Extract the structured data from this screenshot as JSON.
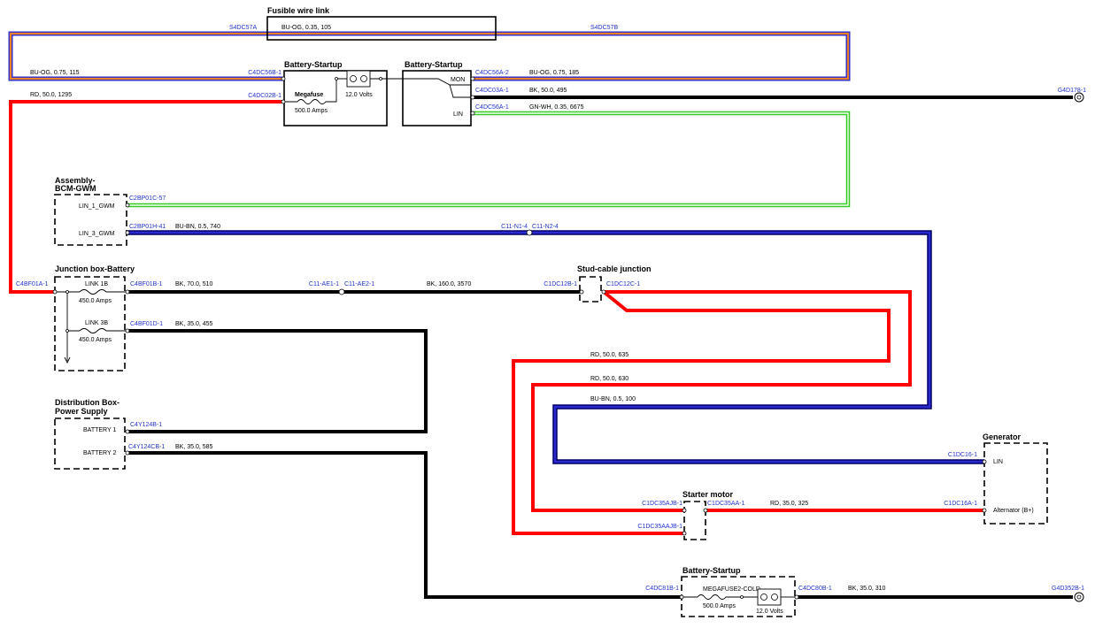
{
  "components": {
    "fusible_link": "Fusible wire link",
    "battery_startup": "Battery-Startup",
    "megafuse": "Megafuse",
    "megafuse_rating": "500.0 Amps",
    "battery_volts": "12.0 Volts",
    "mon": "MON",
    "lin": "LIN",
    "assembly_line1": "Assembly-",
    "assembly_line2": "BCM-GWM",
    "lin1_gwm": "LIN_1_GWM",
    "lin3_gwm": "LIN_3_GWM",
    "junction_box": "Junction box-Battery",
    "link1b": "LINK 1B",
    "link1b_rating": "450.0 Amps",
    "link3b": "LINK 3B",
    "link3b_rating": "450.0 Amps",
    "distribution_line1": "Distribution Box-",
    "distribution_line2": "Power Supply",
    "battery1": "BATTERY 1",
    "battery2": "BATTERY 2",
    "stud_cable": "Stud-cable junction",
    "starter_motor": "Starter motor",
    "generator": "Generator",
    "generator_lin": "LIN",
    "alternator": "Alternator (B+)",
    "megafuse2": "MEGAFUSE2-COLD",
    "megafuse2_rating": "500.0 Amps",
    "battery2_volts": "12.0 Volts"
  },
  "connectors": {
    "s4dc57a": "S4DC57A",
    "s4dc57b": "S4DC57B",
    "c4dc56b1": "C4DC56B-1",
    "c4dc02b1": "C4DC02B-1",
    "c4dc56a2": "C4DC56A-2",
    "c4dc03a1": "C4DC03A-1",
    "c4dc56a1": "C4DC56A-1",
    "g4d1781": "G4D178-1",
    "c2bp01c57": "C2BP01C-57",
    "c2bp01h41": "C2BP01H-41",
    "c11n14": "C11-N1-4",
    "c11n24": "C11-N2-4",
    "c4bf01a1": "C4BF01A-1",
    "c4bf01b1": "C4BF01B-1",
    "c11ae11": "C11-AE1-1",
    "c11ae21": "C11-AE2-1",
    "c1dc12b1": "C1DC12B-1",
    "c1dc12c1": "C1DC12C-1",
    "c4bf01d1": "C4BF01D-1",
    "c4y124b1": "C4Y124B-1",
    "c4y124cb1": "C4Y124CB-1",
    "c1dc161": "C1DC16-1",
    "c1dc35ajb1": "C1DC35AJB-1",
    "c1dc35aajb1": "C1DC35AAJB-1",
    "c1dc35aa1": "C1DC35AA-1",
    "c1dc16a1": "C1DC16A-1",
    "c4dc81b1": "C4DC81B-1",
    "c4dc80b1": "C4DC80B-1",
    "g4d352b1": "G4D352B-1"
  },
  "wires": {
    "w105": "BU-OG,  0.35,  105",
    "w115": "BU-OG,  0.75,  115",
    "w1295": "RD,  50.0,  1295",
    "w185": "BU-OG,  0.75,  185",
    "w495": "BK,  50.0,  495",
    "w6675": "GN-WH,  0.35,  6675",
    "w740": "BU-BN,  0.5,  740",
    "w510": "BK,  70.0,  510",
    "w3570": "BK,  160.0,  3570",
    "w455": "BK,  35.0,  455",
    "w635": "RD,  50.0,  635",
    "w630": "RD,  50.0,  630",
    "w100": "BU-BN,  0.5,  100",
    "w585": "BK,  35.0,  585",
    "w325": "RD,  35.0,  325",
    "w310": "BK,  35.0,  310"
  },
  "colors": {
    "red": "#ff0000",
    "black": "#000000",
    "blue": "#2a2ad0",
    "navy": "#000066",
    "orange": "#e8822a",
    "green": "#33cc22",
    "connector_text": "#2233cc"
  }
}
